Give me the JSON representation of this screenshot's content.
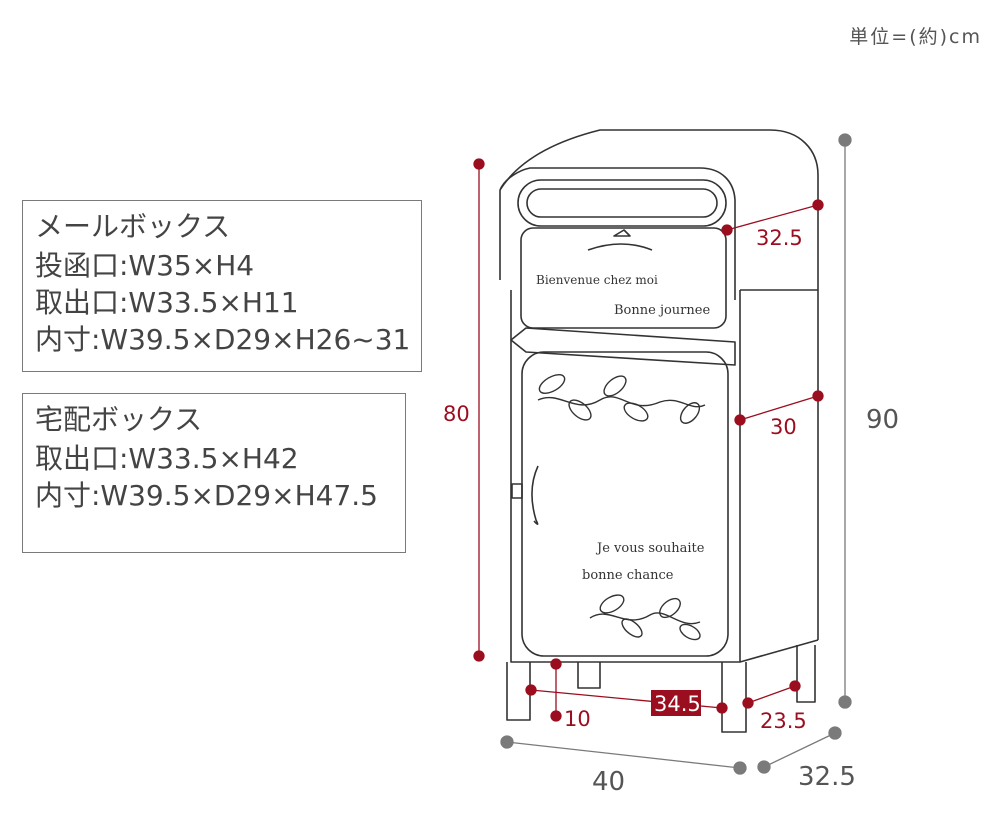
{
  "unit_label": "単位=(約)cm",
  "mail_box": {
    "title": "メールボックス",
    "lines": [
      "投函口:W35×H4",
      "取出口:W33.5×H11",
      "内寸:W39.5×D29×H26~31"
    ]
  },
  "parcel_box": {
    "title": "宅配ボックス",
    "lines": [
      "取出口:W33.5×H42",
      "内寸:W39.5×D29×H47.5"
    ]
  },
  "door_text": {
    "upper_line1": "Bienvenue chez moi",
    "upper_line2": "Bonne journee",
    "lower_line1": "Je vous souhaite",
    "lower_line2": "bonne chance"
  },
  "dimensions": {
    "body_height": "80",
    "total_height": "90",
    "top_depth": "32.5",
    "middle_depth": "30",
    "leg_height": "10",
    "leg_width": "34.5",
    "leg_depth": "23.5",
    "overall_width": "40",
    "overall_depth": "32.5"
  },
  "colors": {
    "accent": "#9b0e1f",
    "gray": "#7a7a7a",
    "line": "#333333"
  }
}
